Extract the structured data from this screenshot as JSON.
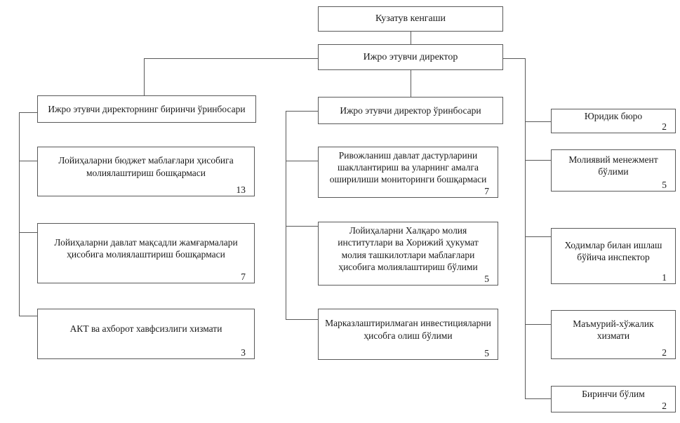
{
  "page": {
    "background": "#ffffff"
  },
  "colors": {
    "border": "#595959",
    "line": "#595959",
    "text": "#1a1a1a"
  },
  "org_chart": {
    "type": "organizational-chart",
    "nodes": {
      "board": {
        "label": "Кузатув кенгаши"
      },
      "director": {
        "label": "Ижро этувчи директор"
      },
      "first_deputy": {
        "label": "Ижро этувчи директорнинг биринчи ўринбосари"
      },
      "deputy": {
        "label": "Ижро этувчи директор ўринбосари"
      },
      "left1": {
        "label": "Лойиҳаларни бюджет маблағлари ҳисобига молиялаштириш бошқармаси",
        "count": "13"
      },
      "left2": {
        "label": "Лойиҳаларни давлат мақсадли жамғармалари ҳисобига молиялаштириш бошқармаси",
        "count": "7"
      },
      "left3": {
        "label": "АКТ ва ахборот хавфсизлиги хизмати",
        "count": "3"
      },
      "mid1": {
        "label": "Ривожланиш давлат дастурларини шакллантириш ва уларнинг амалга оширилиши мониторинги бошқармаси",
        "count": "7"
      },
      "mid2": {
        "label": "Лойиҳаларни Халқаро молия институтлари ва Хорижий ҳукумат молия ташкилотлари маблағлари ҳисобига молиялаштириш бўлими",
        "count": "5"
      },
      "mid3": {
        "label": "Марказлаштирилмаган инвестицияларни ҳисобга олиш бўлими",
        "count": "5"
      },
      "right1": {
        "label": "Юридик бюро",
        "count": "2"
      },
      "right2": {
        "label": "Молиявий менежмент бўлими",
        "count": "5"
      },
      "right3": {
        "label": "Ходимлар билан ишлаш бўйича инспектор",
        "count": "1"
      },
      "right4": {
        "label": "Маъмурий-хўжалик хизмати",
        "count": "2"
      },
      "right5": {
        "label": "Биринчи бўлим",
        "count": "2"
      }
    }
  }
}
